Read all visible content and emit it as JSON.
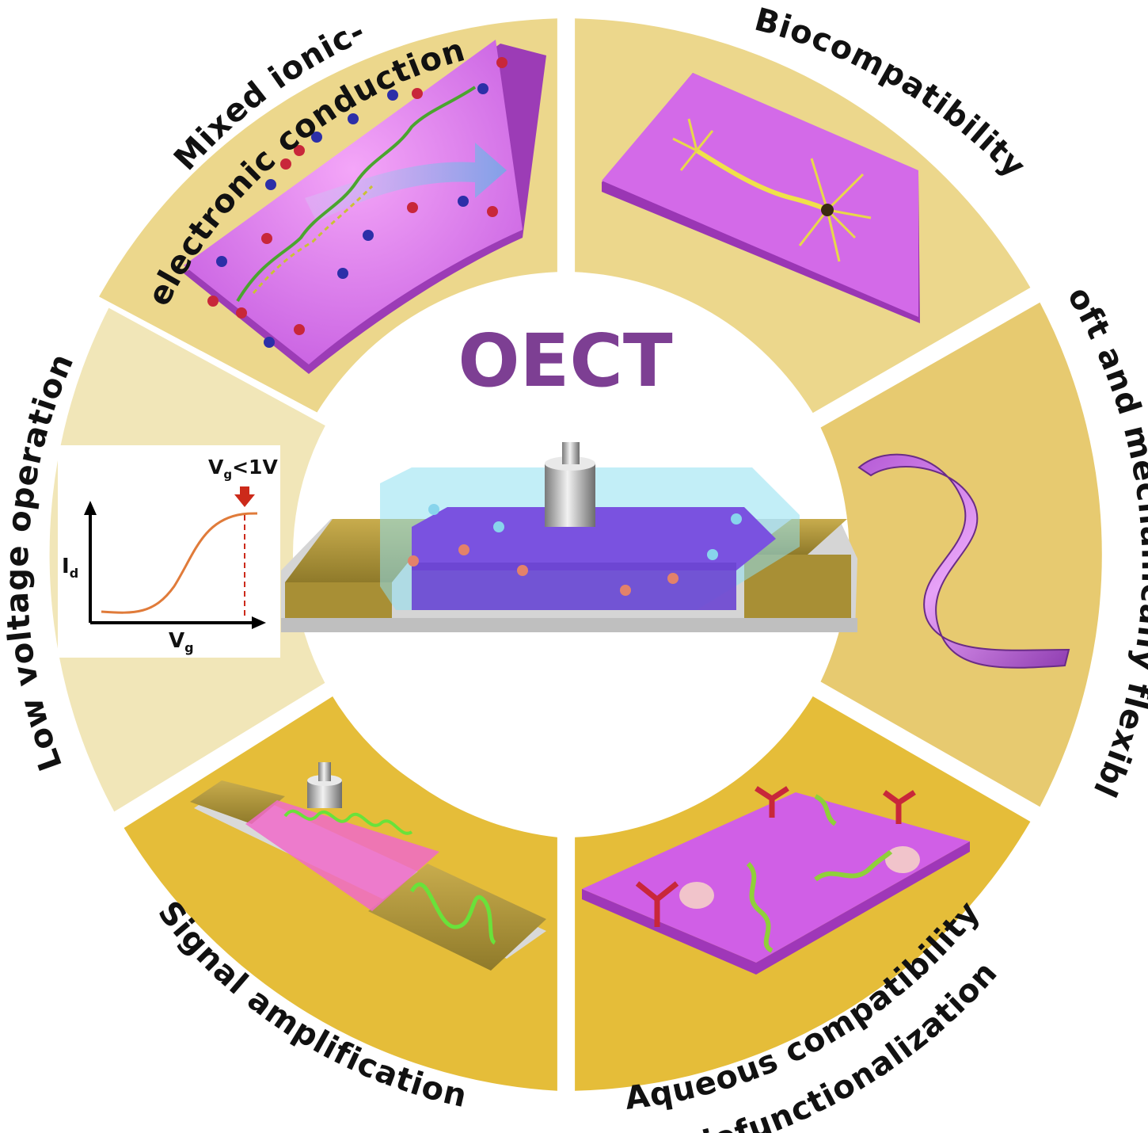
{
  "center": {
    "title": "OECT"
  },
  "segments": [
    {
      "id": "mixed",
      "label_line1": "Mixed ionic-",
      "label_line2": "electronic conduction",
      "color": "#ecd78c"
    },
    {
      "id": "bio",
      "label": "Biocompatibility",
      "color": "#ecd78c"
    },
    {
      "id": "soft",
      "label": "Soft and mechanically flexible",
      "color": "#e7ca70"
    },
    {
      "id": "aqueous",
      "label_line1": "Aqueous compatibility",
      "label_line2": "& biofunctionalization",
      "color": "#e5bd39"
    },
    {
      "id": "signal",
      "label": "Signal amplification",
      "color": "#e5bd39"
    },
    {
      "id": "lowv",
      "label": "Low voltage operation",
      "color": "#f1e6b8"
    }
  ],
  "transfer_curve": {
    "y_axis": "I",
    "y_sub": "d",
    "x_axis": "V",
    "x_sub": "g",
    "threshold_main": "V",
    "threshold_sub": "g",
    "threshold_rest": "<1V"
  },
  "colors": {
    "purple": "#cf5fe6",
    "gold": "#c9ad45",
    "curve": "#e07b3a",
    "marker": "#cc2a1a"
  }
}
